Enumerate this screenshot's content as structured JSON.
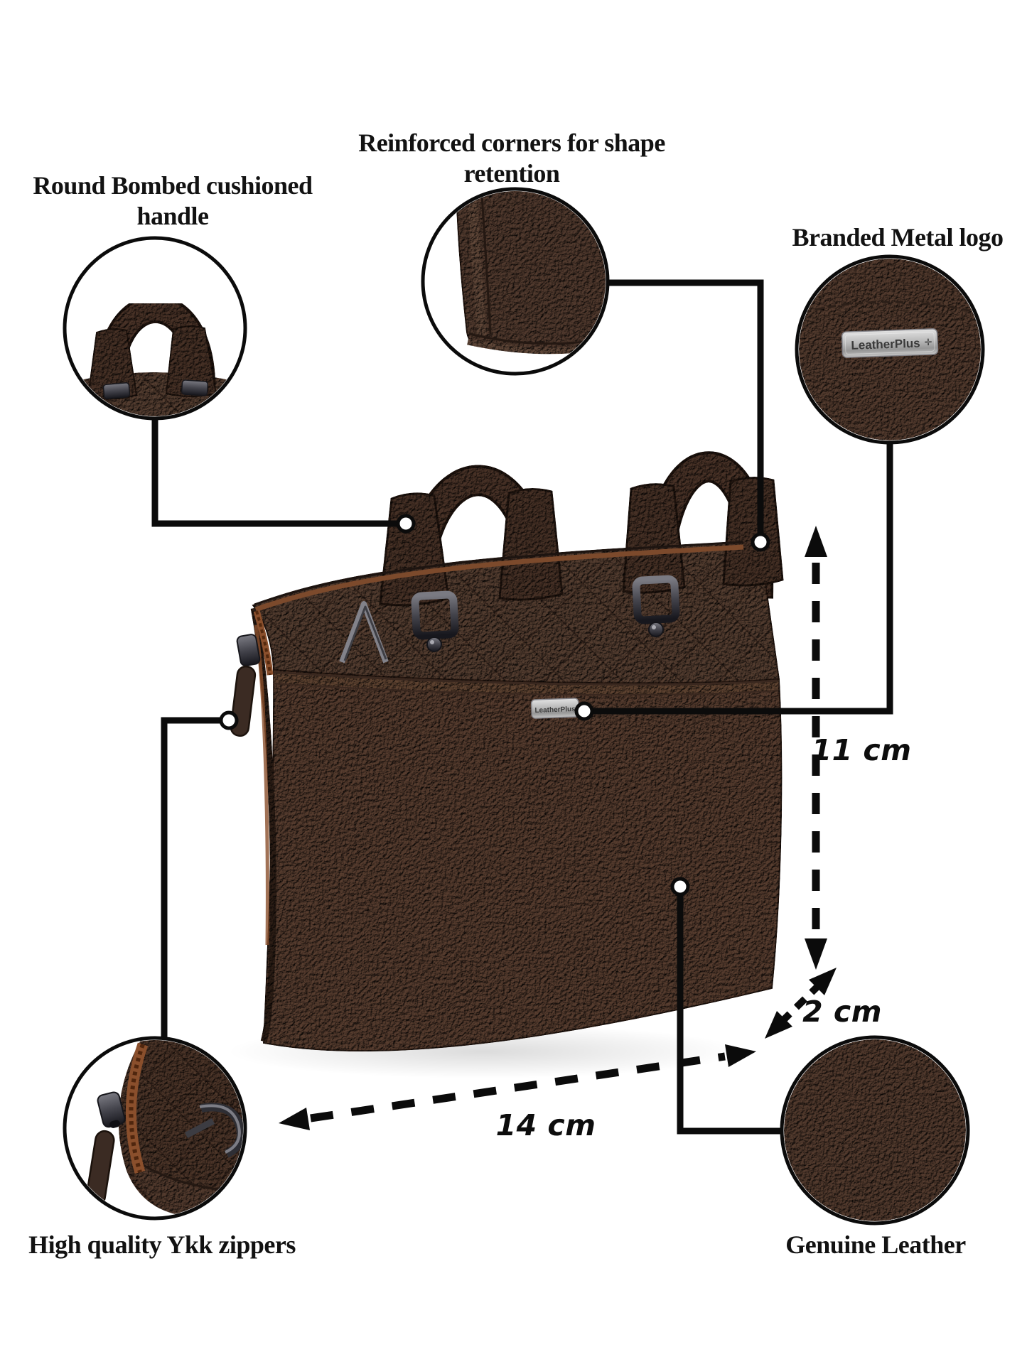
{
  "brand": {
    "name": "LeatherPlus"
  },
  "icons": {
    "brand_mark": "✛"
  },
  "colors": {
    "background": "#ffffff",
    "leather": "#46332b",
    "leather_dark": "#32231d",
    "zipper_tape": "#8a4f2c",
    "metal_gunmetal": "#44444c",
    "plate_silver": "#c4c4c4",
    "line_black": "#0b0b0b"
  },
  "callouts": [
    {
      "id": "handle",
      "label": "Round Bombed cushioned handle"
    },
    {
      "id": "corners",
      "label": "Reinforced corners for shape retention"
    },
    {
      "id": "logo",
      "label": "Branded Metal logo"
    },
    {
      "id": "zippers",
      "label": "High quality Ykk zippers"
    },
    {
      "id": "leather",
      "label": "Genuine Leather"
    }
  ],
  "dimensions": {
    "height": "11 cm",
    "depth": "2 cm",
    "width": "14 cm"
  }
}
